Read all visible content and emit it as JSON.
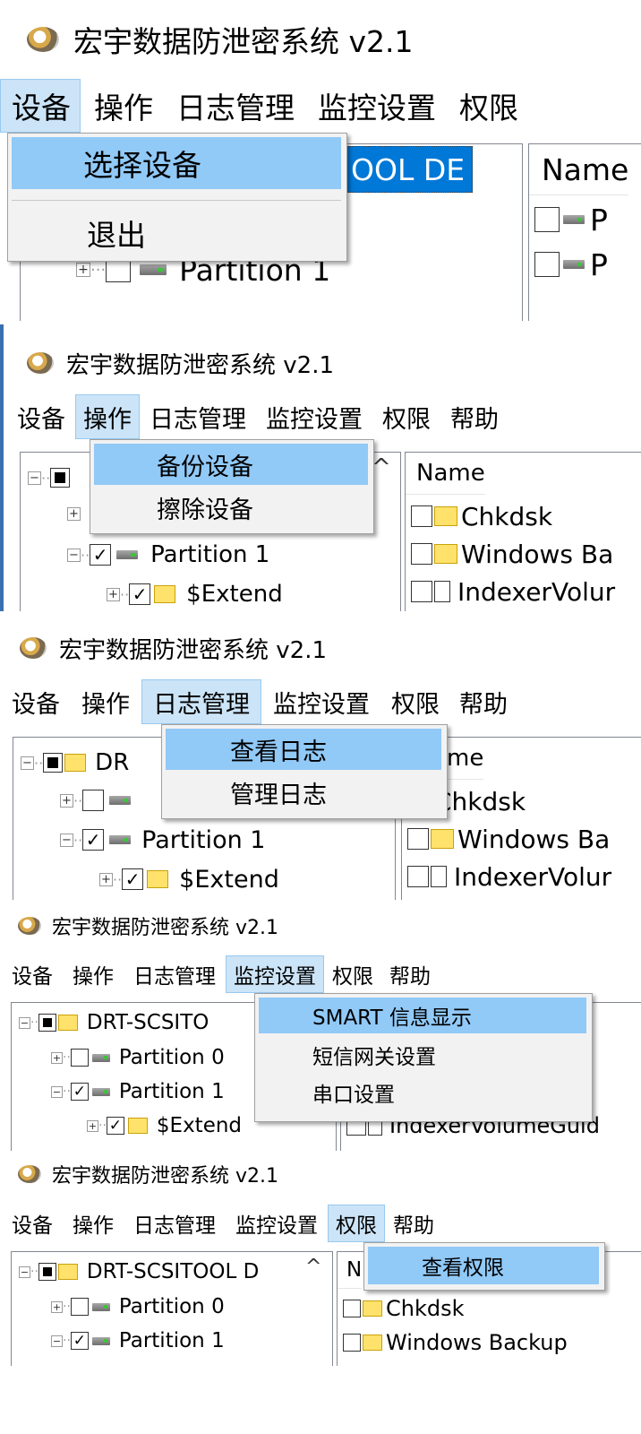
{
  "app": {
    "title": "宏宇数据防泄密系统 v2.1",
    "icon": "app-disc-icon"
  },
  "menus": {
    "device": "设备",
    "operation": "操作",
    "log": "日志管理",
    "monitor": "监控设置",
    "permission": "权限",
    "help": "帮助"
  },
  "dropdowns": {
    "device": [
      "选择设备",
      "退出"
    ],
    "operation": [
      "备份设备",
      "擦除设备"
    ],
    "log": [
      "查看日志",
      "管理日志"
    ],
    "monitor": [
      "SMART 信息显示",
      "短信网关设置",
      "串口设置"
    ],
    "permission": [
      "查看权限"
    ]
  },
  "tree": {
    "root": "DRT-SCSITOOL DE",
    "root_short": "DR",
    "root_mid": "DRT-SCSITO",
    "root_long": "DRT-SCSITOOL D",
    "root_selected_fragment": "OOL DE",
    "partition0": "Partition 0",
    "partition1": "Partition 1",
    "extend": "$Extend"
  },
  "list": {
    "header": "Name",
    "header_frag_me": "me",
    "header_frag_n": "N",
    "items": [
      "Chkdsk",
      "Windows Ba",
      "IndexerVolur"
    ],
    "items_full": [
      "Chkdsk",
      "Windows Backup",
      "IndexerVolumeGuid"
    ],
    "p_item": "P"
  },
  "colors": {
    "menu_active": "#cce4f7",
    "menu_highlight": "#91c9f7",
    "selection": "#0078d7"
  }
}
